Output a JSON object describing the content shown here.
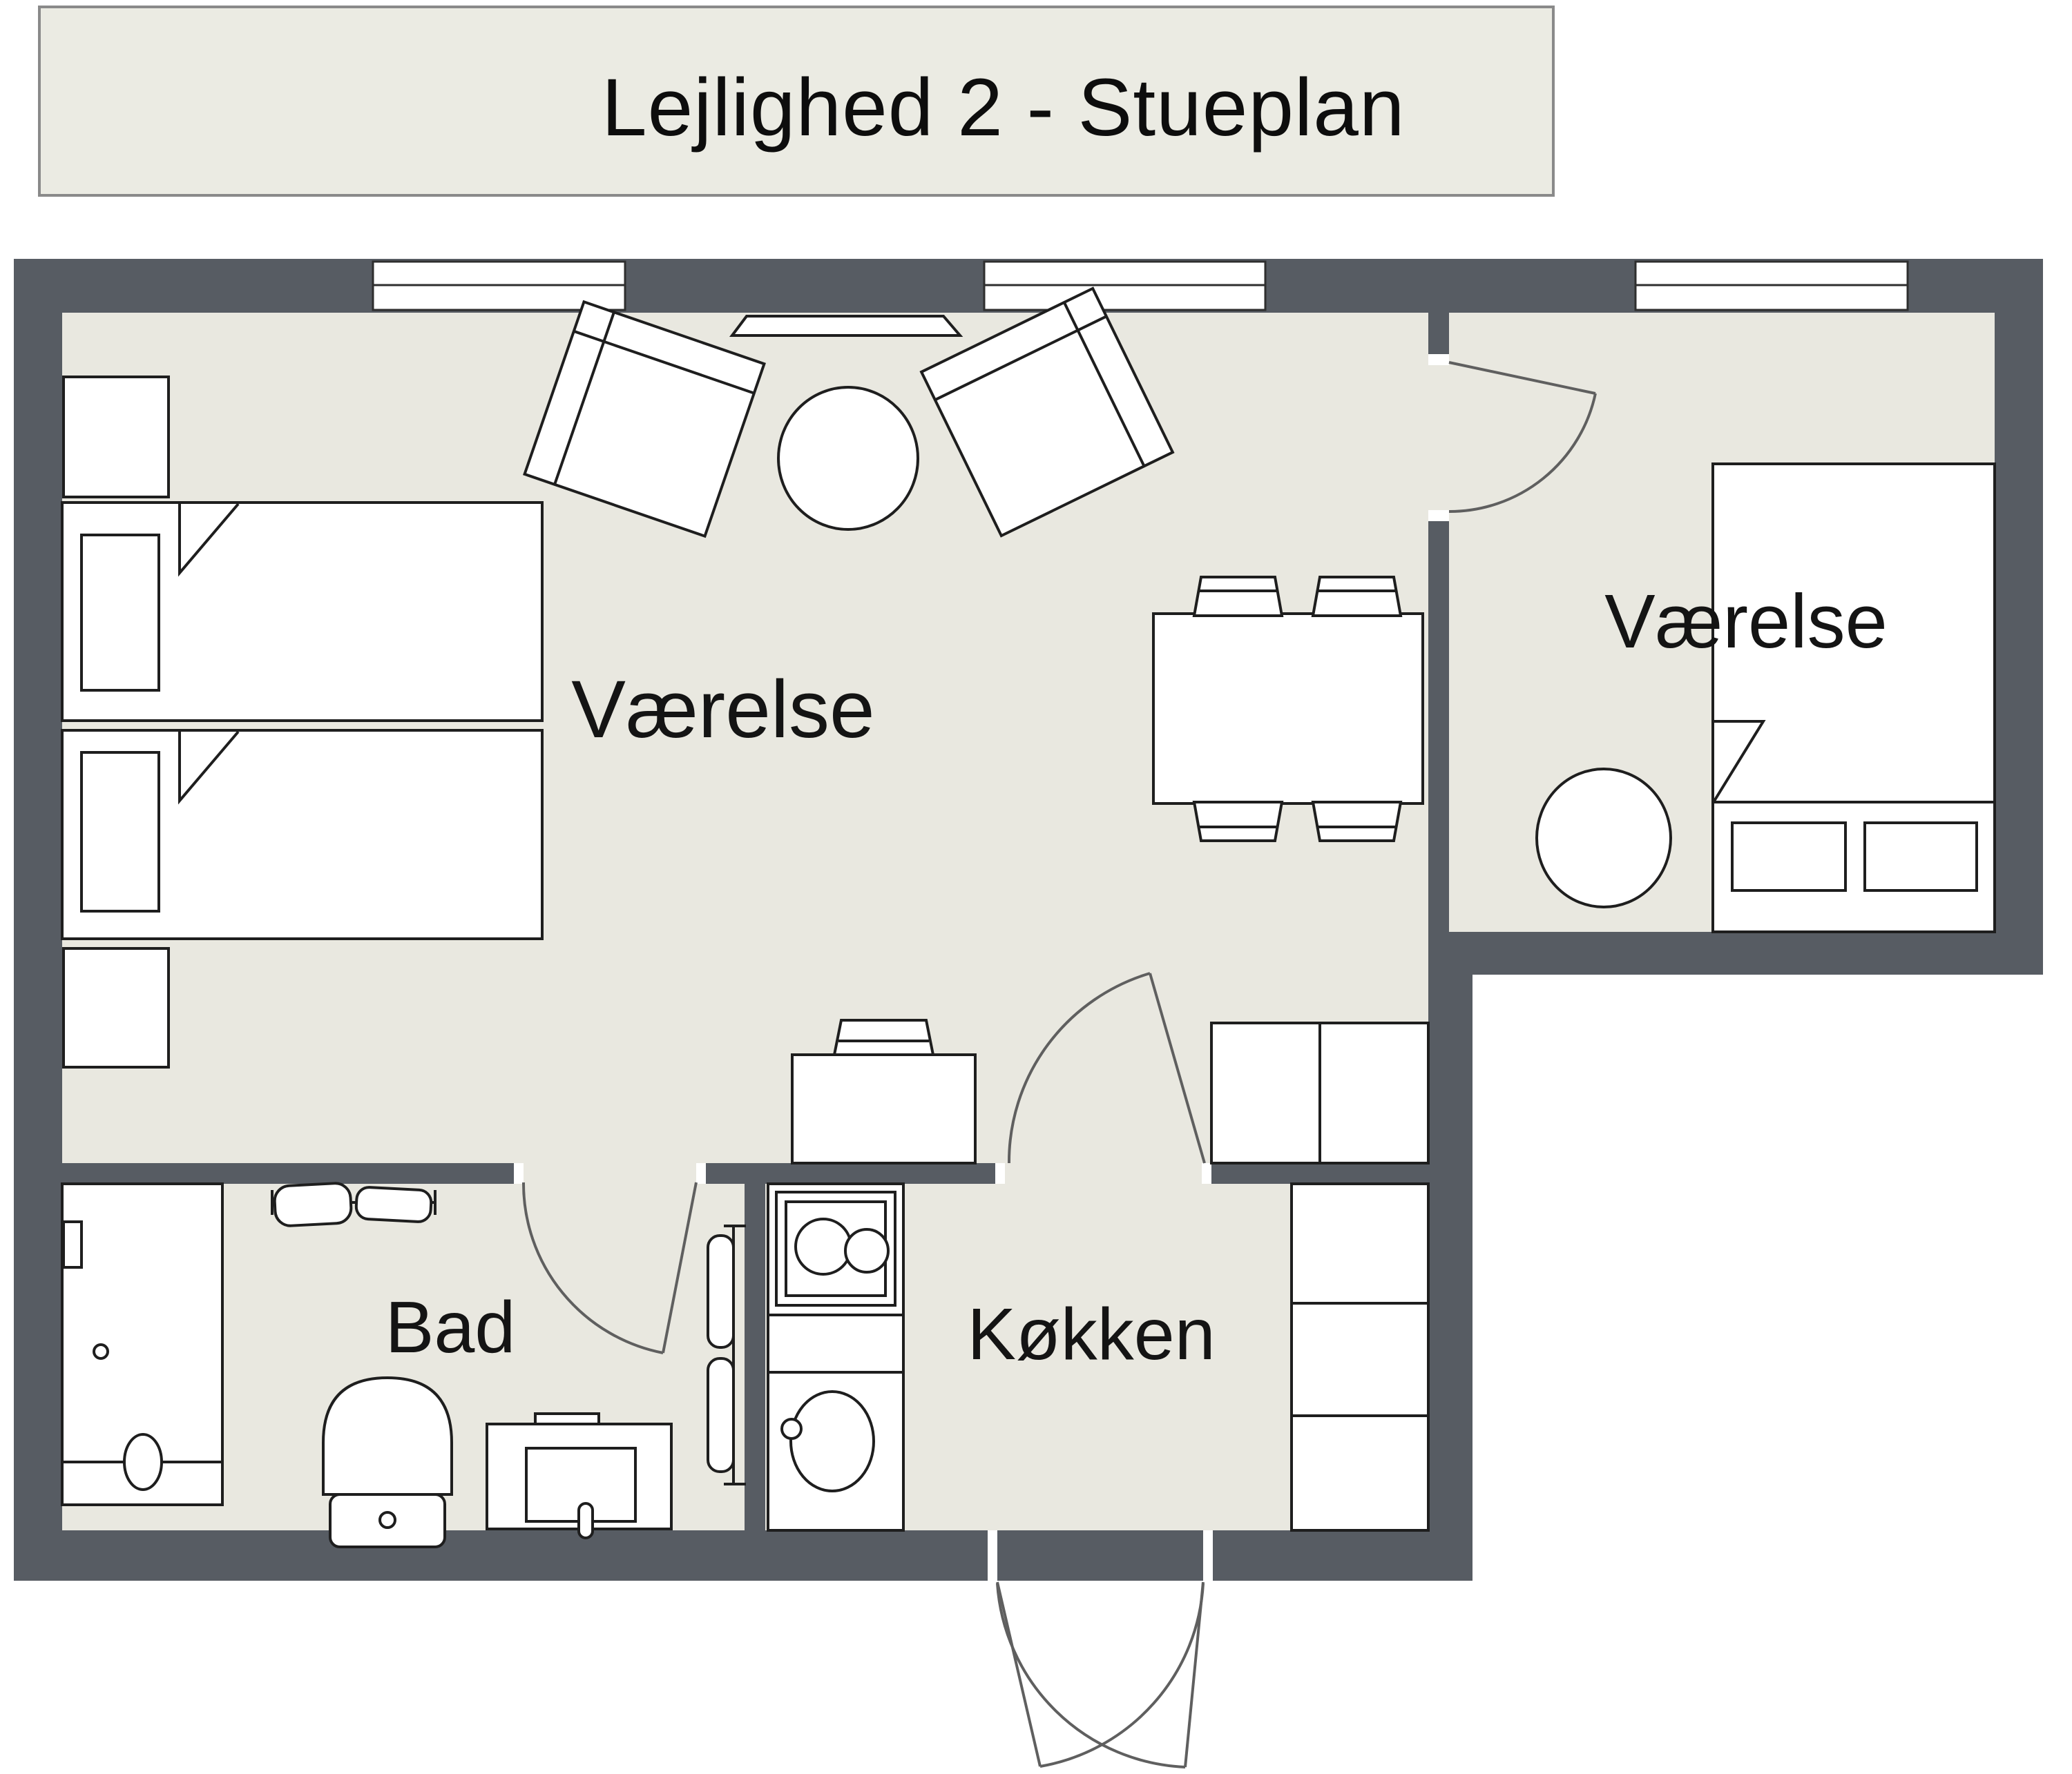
{
  "title": {
    "text": "Lejlighed 2 - Stueplan"
  },
  "rooms": {
    "living": {
      "label": "Værelse"
    },
    "bedroom": {
      "label": "Værelse"
    },
    "bathroom": {
      "label": "Bad"
    },
    "kitchen": {
      "label": "Køkken"
    }
  },
  "colors": {
    "wall": "#575c63",
    "floor": "#e9e8e0",
    "furniture_line": "#1e1e1e",
    "furniture_fill": "#ffffff",
    "door_arc": "#5f5f5f",
    "banner_bg": "#ebebe3",
    "banner_border": "#8a8a8a",
    "background": "#ffffff"
  }
}
